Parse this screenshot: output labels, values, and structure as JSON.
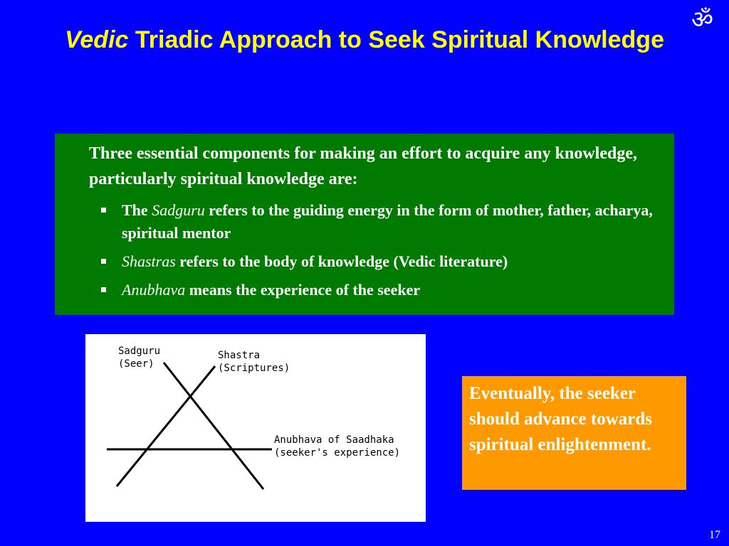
{
  "slide": {
    "title_emphasis": "Vedic",
    "title_rest": " Triadic Approach to Seek Spiritual Knowledge",
    "om_symbol": "ॐ",
    "page_number": "17",
    "colors": {
      "background": "#0000FF",
      "title": "#FFFF00",
      "green_box": "#007A00",
      "orange_box": "#FF9900",
      "text": "#FFFFFF"
    }
  },
  "components_box": {
    "intro": "Three essential components for making an effort to acquire any knowledge, particularly spiritual knowledge are:",
    "bullets": [
      {
        "prefix": "The ",
        "term": "Sadguru",
        "text": " refers to the guiding energy in the form of mother, father, acharya, spiritual mentor"
      },
      {
        "prefix": "",
        "term": "Shastras",
        "text": " refers to the body of knowledge (Vedic literature)"
      },
      {
        "prefix": "",
        "term": "Anubhava",
        "text": " means the experience of the seeker"
      }
    ]
  },
  "diagram": {
    "sadguru_line1": "Sadguru",
    "sadguru_line2": "(Seer)",
    "shastra_line1": "Shastra",
    "shastra_line2": "(Scriptures)",
    "anubhava_line1": "Anubhava of Saadhaka",
    "anubhava_line2": "(seeker's experience)"
  },
  "conclusion_box": {
    "text": "Eventually, the seeker should advance towards spiritual enlightenment."
  }
}
